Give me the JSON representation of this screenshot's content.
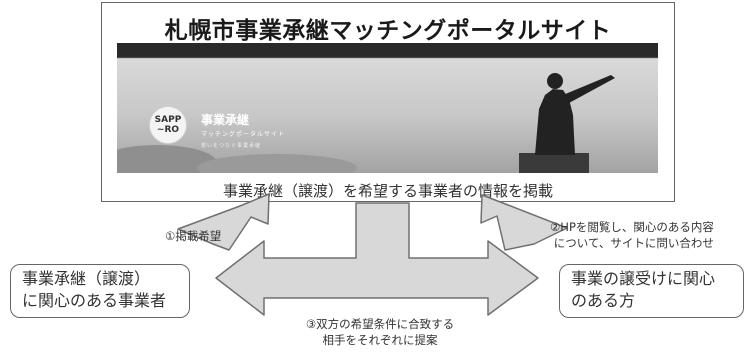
{
  "portal": {
    "title": "札幌市事業承継マッチングポータルサイト",
    "caption": "事業承継（譲渡）を希望する事業者の情報を掲載",
    "banner": {
      "logo_line1": "SAPP",
      "logo_line2": "~RO",
      "brand": "事業承継",
      "sub": "マッチングポータルサイト",
      "tagline": "想いをつなぐ事業承継"
    }
  },
  "steps": {
    "step1": "①掲載希望",
    "step2_line1": "②HPを閲覧し、関心のある内容",
    "step2_line2": "について、サイトに問い合わせ",
    "step3_line1": "③双方の希望条件に合致する",
    "step3_line2": "相手をそれぞれに提案"
  },
  "parties": {
    "seller_line1": "事業承継（譲渡）",
    "seller_line2": "に関心のある事業者",
    "buyer_line1": "事業の譲受けに関心",
    "buyer_line2": "のある方"
  }
}
